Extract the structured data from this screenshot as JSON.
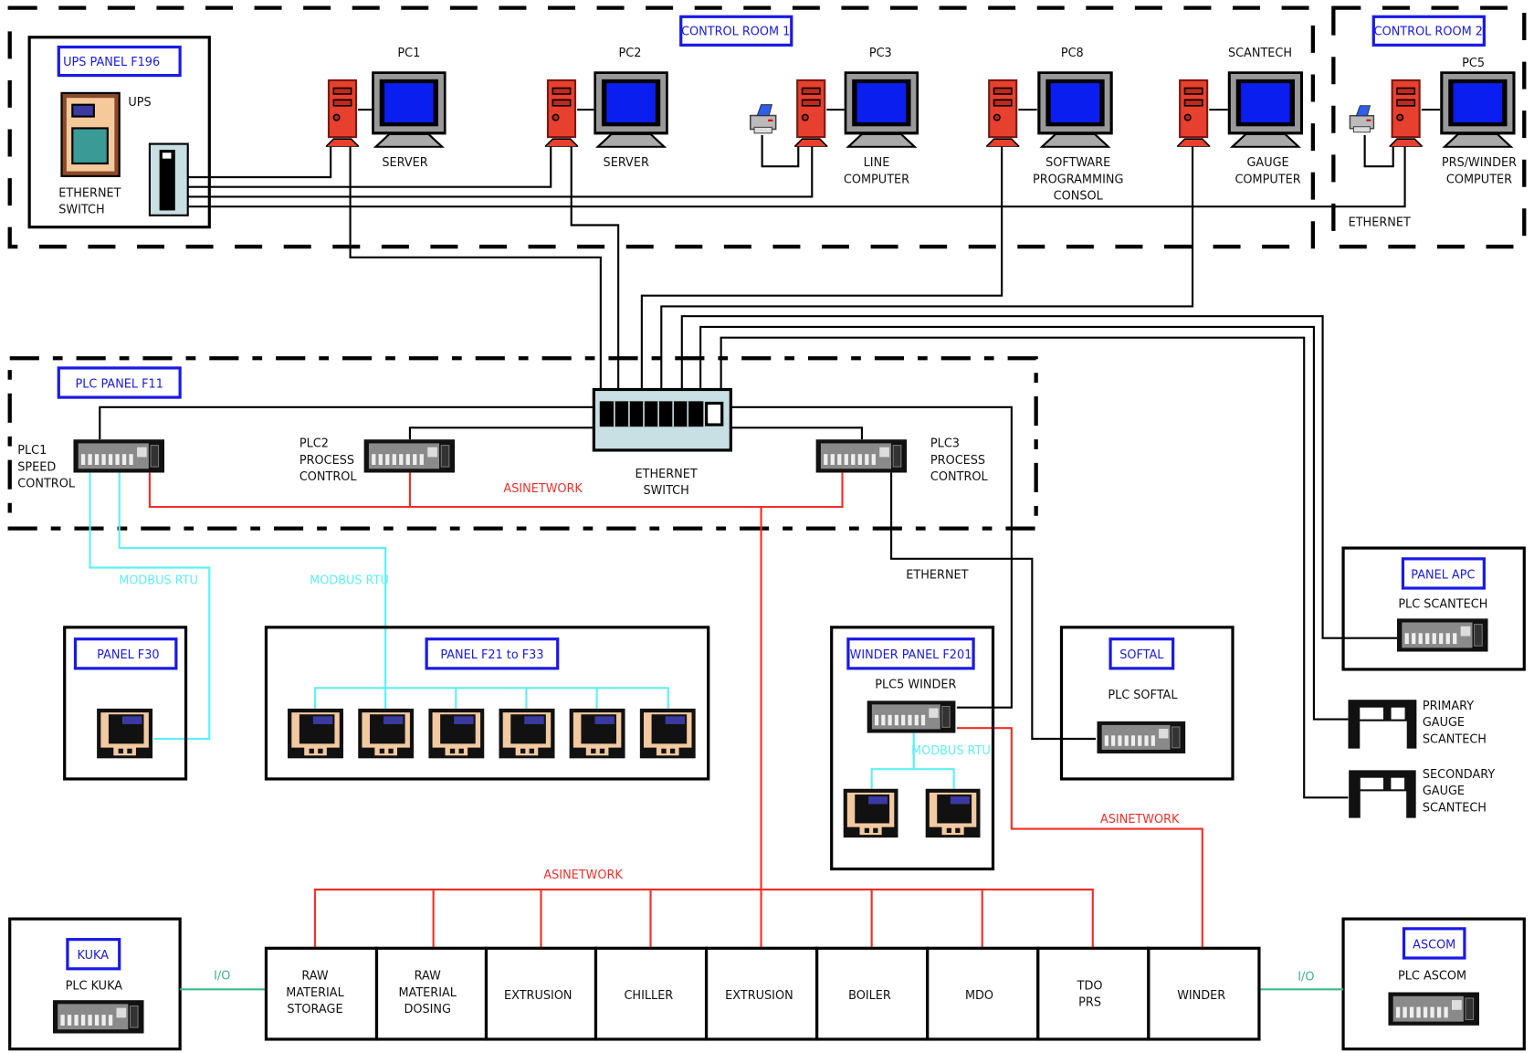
{
  "zones": {
    "control_room_1": "CONTROL ROOM 1",
    "control_room_2": "CONTROL ROOM 2",
    "plc_panel_f11": "PLC PANEL F11"
  },
  "ups_panel": {
    "title": "UPS PANEL F196",
    "ups_label": "UPS",
    "switch_label": [
      "ETHERNET",
      "SWITCH"
    ]
  },
  "computers": [
    {
      "name": "PC1",
      "role": [
        "SERVER"
      ]
    },
    {
      "name": "PC2",
      "role": [
        "SERVER"
      ]
    },
    {
      "name": "PC3",
      "role": [
        "LINE",
        "COMPUTER"
      ]
    },
    {
      "name": "PC8",
      "role": [
        "SOFTWARE",
        "PROGRAMMING",
        "CONSOL"
      ]
    },
    {
      "name": "SCANTECH",
      "role": [
        "GAUGE",
        "COMPUTER"
      ]
    },
    {
      "name": "PC5",
      "role": [
        "PRS/WINDER",
        "COMPUTER"
      ]
    }
  ],
  "network_labels": {
    "ethernet_cr2": "ETHERNET",
    "ethernet_plc3": "ETHERNET",
    "asinetwork_plc": "ASINETWORK",
    "asinetwork_bus": "ASINETWORK",
    "asinetwork_winder": "ASINETWORK",
    "modbus_1": "MODBUS RTU",
    "modbus_2": "MODBUS RTU",
    "modbus_winder": "MODBUS RTU",
    "io_kuka": "I/O",
    "io_ascom": "I/O"
  },
  "main_switch": [
    "ETHERNET",
    "SWITCH"
  ],
  "plcs": {
    "plc1": [
      "PLC1",
      "SPEED",
      "CONTROL"
    ],
    "plc2": [
      "PLC2",
      "PROCESS",
      "CONTROL"
    ],
    "plc3": [
      "PLC3",
      "PROCESS",
      "CONTROL"
    ]
  },
  "panels": {
    "f30": "PANEL F30",
    "f21_f33": "PANEL F21 to F33",
    "winder": {
      "title": "WINDER PANEL F201",
      "plc": "PLC5 WINDER"
    },
    "softal": {
      "title": "SOFTAL",
      "plc": "PLC SOFTAL"
    },
    "apc": {
      "title": "PANEL APC",
      "plc": "PLC SCANTECH"
    },
    "kuka": {
      "title": "KUKA",
      "plc": "PLC KUKA"
    },
    "ascom": {
      "title": "ASCOM",
      "plc": "PLC ASCOM"
    }
  },
  "gauges": {
    "primary": [
      "PRIMARY",
      "GAUGE",
      "SCANTECH"
    ],
    "secondary": [
      "SECONDARY",
      "GAUGE",
      "SCANTECH"
    ]
  },
  "process_sections": [
    [
      "RAW",
      "MATERIAL",
      "STORAGE"
    ],
    [
      "RAW",
      "MATERIAL",
      "DOSING"
    ],
    [
      "EXTRUSION"
    ],
    [
      "CHILLER"
    ],
    [
      "EXTRUSION"
    ],
    [
      "BOILER"
    ],
    [
      "MDO"
    ],
    [
      "TDO",
      "PRS"
    ],
    [
      "WINDER"
    ]
  ],
  "colors": {
    "label_border": "#1a1ae6",
    "ethernet": "#000000",
    "asinetwork": "#f0302a",
    "modbus": "#5ff0f5",
    "io": "#3db98a"
  }
}
